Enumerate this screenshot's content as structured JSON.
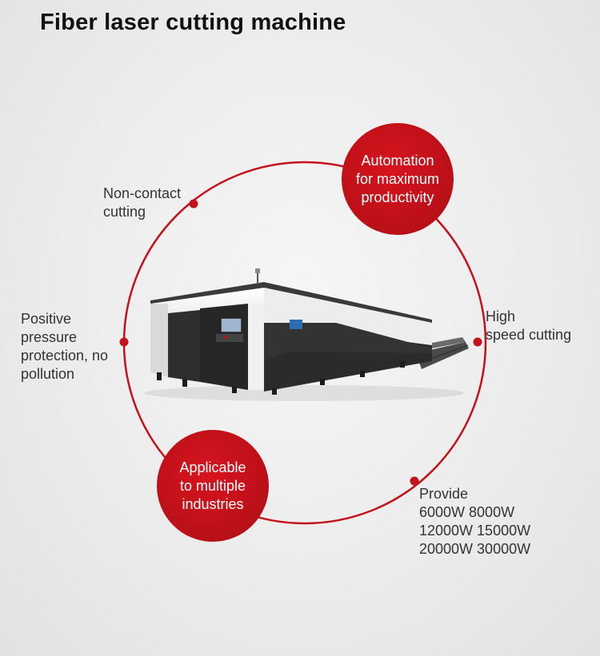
{
  "title": "Fiber laser cutting machine",
  "features": {
    "automation": {
      "line1": "Automation",
      "line2": "for maximum",
      "line3": "productivity"
    },
    "applicable": {
      "line1": "Applicable",
      "line2": "to multiple",
      "line3": "industries"
    },
    "non_contact": {
      "line1": "Non-contact",
      "line2": "cutting"
    },
    "high_speed": {
      "line1": "High",
      "line2": "speed cutting"
    },
    "positive_pressure": {
      "line1": "Positive",
      "line2": "pressure",
      "line3": "protection, no",
      "line4": "pollution"
    },
    "power": {
      "line1": "Provide",
      "line2": "6000W 8000W",
      "line3": "12000W 15000W",
      "line4": "20000W 30000W"
    }
  },
  "colors": {
    "accent": "#c3121b",
    "text": "#333333",
    "title": "#111111"
  }
}
